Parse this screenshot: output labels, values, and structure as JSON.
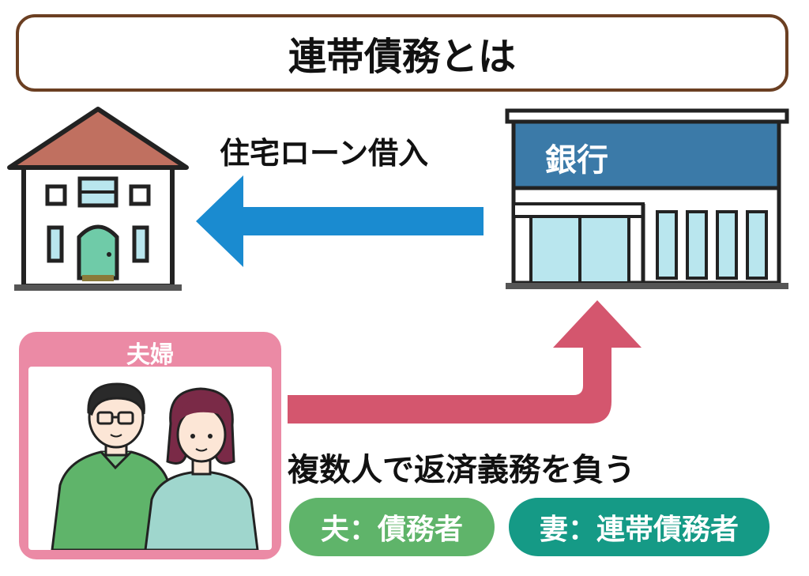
{
  "title": "連帯債務とは",
  "bank": {
    "sign": "銀行"
  },
  "loan_label": "住宅ローン借入",
  "couple": {
    "title": "夫婦",
    "husband_role": "夫：債務者",
    "wife_role": "妻：連帯債務者"
  },
  "repay_label": "複数人で返済義務を負う",
  "colors": {
    "title_border": "#6b3f22",
    "loan_arrow": "#1a8bd0",
    "repay_arrow": "#d4566e",
    "bank_sign": "#3b7aa8",
    "couple_frame": "#eb8aa5",
    "husband_pill": "#5fb46a",
    "wife_pill": "#159a86",
    "house_roof": "#c07060",
    "house_door": "#6fcba8"
  },
  "icons": [
    "house-icon",
    "bank-icon",
    "husband-figure",
    "wife-figure"
  ]
}
